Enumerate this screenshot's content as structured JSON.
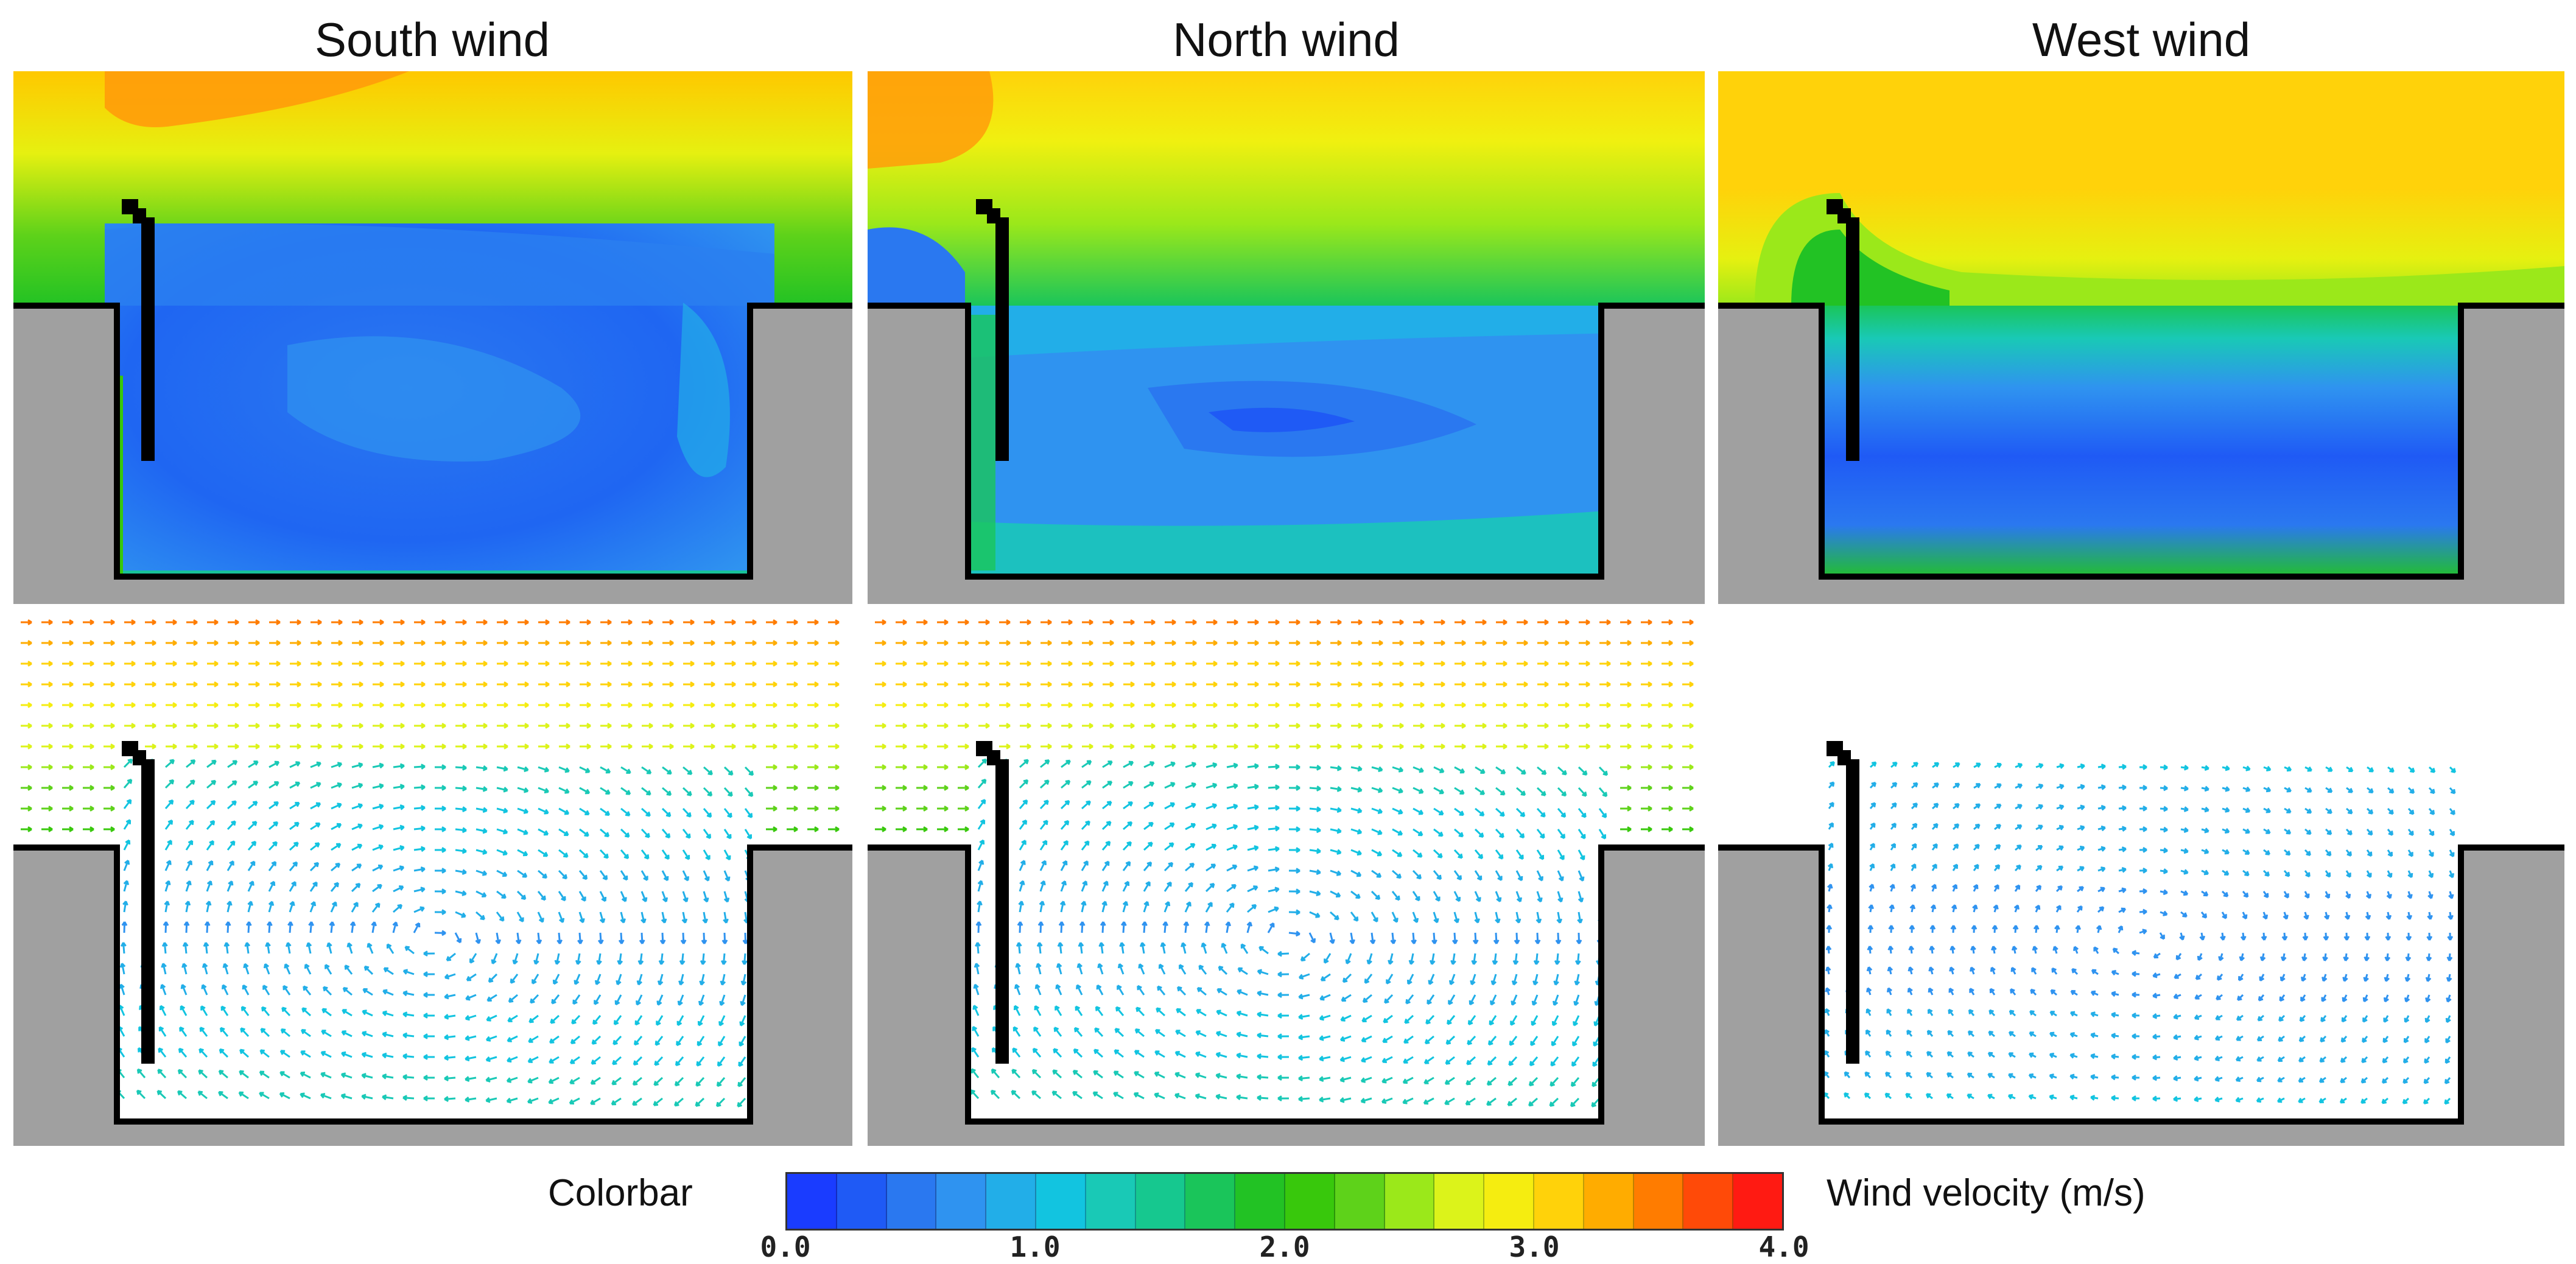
{
  "titles": {
    "south": "South wind",
    "north": "North wind",
    "west": "West wind"
  },
  "colorbar": {
    "label": "Colorbar",
    "unit_label": "Wind velocity (m/s)",
    "ticks": [
      "0.0",
      "1.0",
      "2.0",
      "3.0",
      "4.0"
    ],
    "colors": [
      "#1a3cff",
      "#1f5af5",
      "#2a78f0",
      "#2f93f0",
      "#22aee8",
      "#12c4e0",
      "#19c9b6",
      "#16c88f",
      "#1ac55a",
      "#22c224",
      "#38c80c",
      "#5ed21a",
      "#9be81a",
      "#dcf31a",
      "#f5ed10",
      "#ffd20a",
      "#ffac00",
      "#ff7c00",
      "#ff4a08",
      "#ff1a12"
    ]
  },
  "colors": {
    "terrain": "#a0a0a0",
    "wall": "#000000"
  }
}
